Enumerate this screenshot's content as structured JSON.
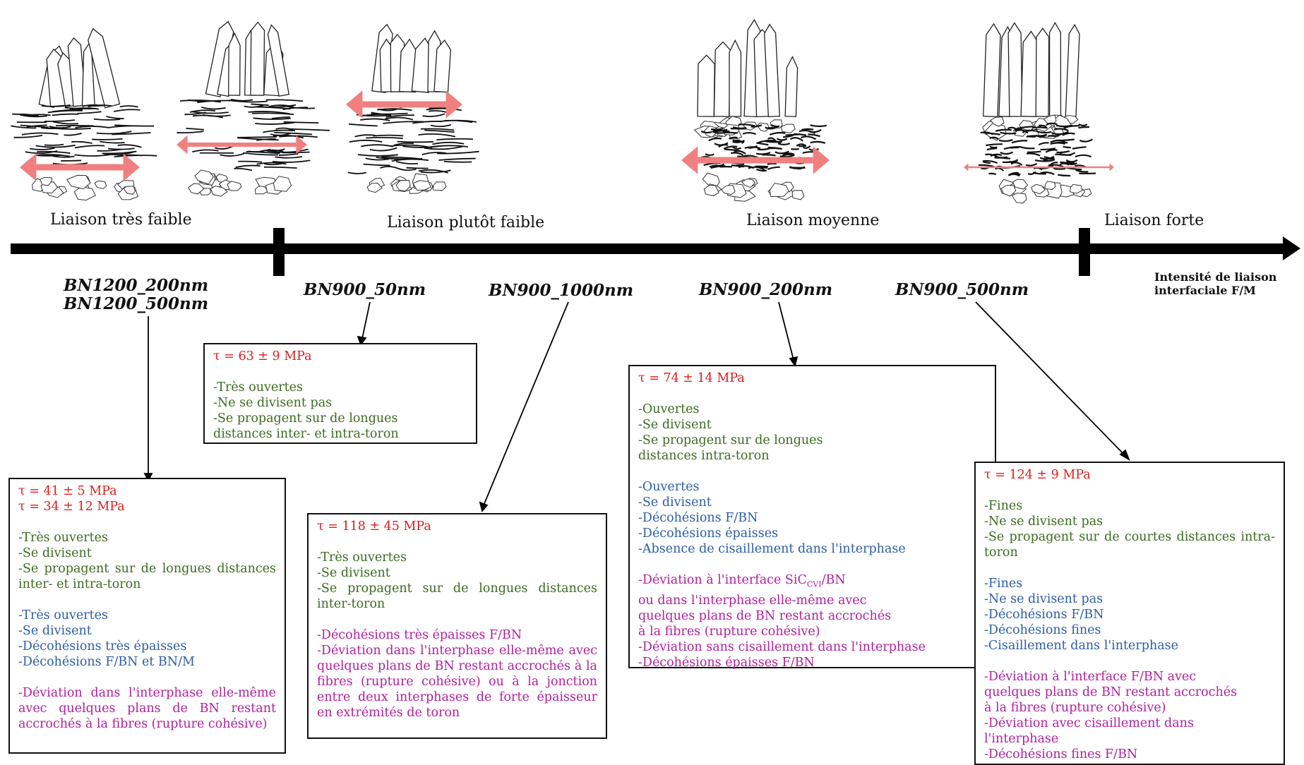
{
  "axis": {
    "levels": [
      "Liaison très faible",
      "Liaison plutôt faible",
      "Liaison moyenne",
      "Liaison forte"
    ],
    "title_line1": "Intensité de liaison",
    "title_line2": "interfaciale F/M"
  },
  "samples": {
    "s1_line1": "BN1200_200nm",
    "s1_line2": "BN1200_500nm",
    "s2": "BN900_50nm",
    "s3": "BN900_1000nm",
    "s4": "BN900_200nm",
    "s5": "BN900_500nm"
  },
  "boxes": {
    "b1": {
      "tau1": "τ = 41 ± 5 MPa",
      "tau2": "τ = 34 ± 12 MPa",
      "g1": "-Très ouvertes",
      "g2": "-Se divisent",
      "g3": "-Se propagent sur de longues distances inter- et intra-toron",
      "bl1": "-Très ouvertes",
      "bl2": "-Se divisent",
      "bl3": "-Décohésions très épaisses",
      "bl4": "-Décohésions F/BN et BN/M",
      "m1": "-Déviation dans l'interphase elle-même avec quelques plans de BN restant accrochés à la fibres (rupture cohésive)"
    },
    "b2": {
      "tau": "τ = 63 ± 9 MPa",
      "g1": "-Très ouvertes",
      "g2": "-Ne se divisent pas",
      "g3": "-Se propagent sur de longues",
      "g4": "distances inter- et intra-toron"
    },
    "b3": {
      "tau": "τ = 118 ± 45 MPa",
      "g1": "-Très ouvertes",
      "g2": "-Se divisent",
      "g3": "-Se propagent sur de longues distances inter-toron",
      "m1": "-Décohésions très épaisses F/BN",
      "m2": "-Déviation dans l'interphase elle-même avec quelques plans de BN restant accrochés à la fibres (rupture cohésive) ou à la jonction entre deux interphases de forte épaisseur en extrémités de toron"
    },
    "b4": {
      "tau": "τ = 74 ± 14 MPa",
      "g1": "-Ouvertes",
      "g2": "-Se divisent",
      "g3": "-Se propagent sur de longues",
      "g4": "distances intra-toron",
      "bl1": "-Ouvertes",
      "bl2": "-Se divisent",
      "bl3": "-Décohésions F/BN",
      "bl4": "-Décohésions épaisses",
      "bl5": "-Absence de cisaillement dans l'interphase",
      "m1a": "-Déviation à l'interface SiC",
      "m1sub": "CVI",
      "m1b": "/BN",
      "m2": "ou dans l'interphase elle-même avec",
      "m3": "quelques plans de BN restant accrochés",
      "m4": "à la fibres (rupture cohésive)",
      "m5": "-Déviation sans cisaillement dans l'interphase",
      "m6": "-Décohésions épaisses F/BN"
    },
    "b5": {
      "tau": "τ = 124 ± 9 MPa",
      "g1": "-Fines",
      "g2": "-Ne se divisent pas",
      "g3": "-Se propagent sur de courtes distances intra-toron",
      "bl1": "-Fines",
      "bl2": "-Ne se divisent pas",
      "bl3": "-Décohésions F/BN",
      "bl4": "-Décohésions fines",
      "bl5": "-Cisaillement dans l'interphase",
      "m1": "-Déviation à l'interface F/BN avec",
      "m2": "quelques plans de BN restant accrochés",
      "m3": " à la fibres (rupture cohésive)",
      "m4": "-Déviation avec cisaillement dans",
      "m5": "l'interphase",
      "m6": "-Décohésions fines F/BN"
    }
  },
  "colors": {
    "axis": "#000000",
    "arrow_pink": "#f08080",
    "tau_red": "#e11b1b",
    "green_text": "#3e6b22",
    "blue_text": "#2d5ea6",
    "magenta_text": "#b3209f"
  }
}
